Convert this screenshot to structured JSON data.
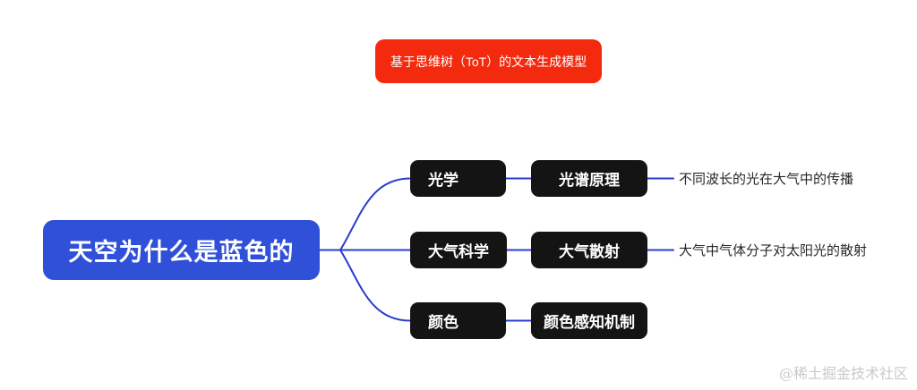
{
  "banner": {
    "label": "基于思维树（ToT）的文本生成模型"
  },
  "root": {
    "label": "天空为什么是蓝色的"
  },
  "branches": [
    {
      "topic": "光学",
      "subtopic": "光谱原理",
      "detail": "不同波长的光在大气中的传播"
    },
    {
      "topic": "大气科学",
      "subtopic": "大气散射",
      "detail": "大气中气体分子对太阳光的散射"
    },
    {
      "topic": "颜色",
      "subtopic": "颜色感知机制",
      "detail": ""
    }
  ],
  "watermark": {
    "label": "@稀土掘金技术社区"
  },
  "colors": {
    "banner_bg": "#f42a0e",
    "root_bg": "#3150d8",
    "node_bg": "#141414",
    "connector": "#2b3bce",
    "detail_text": "#26282c",
    "watermark_text": "#c9c9c9",
    "node_text": "#ffffff",
    "background": "#ffffff"
  }
}
